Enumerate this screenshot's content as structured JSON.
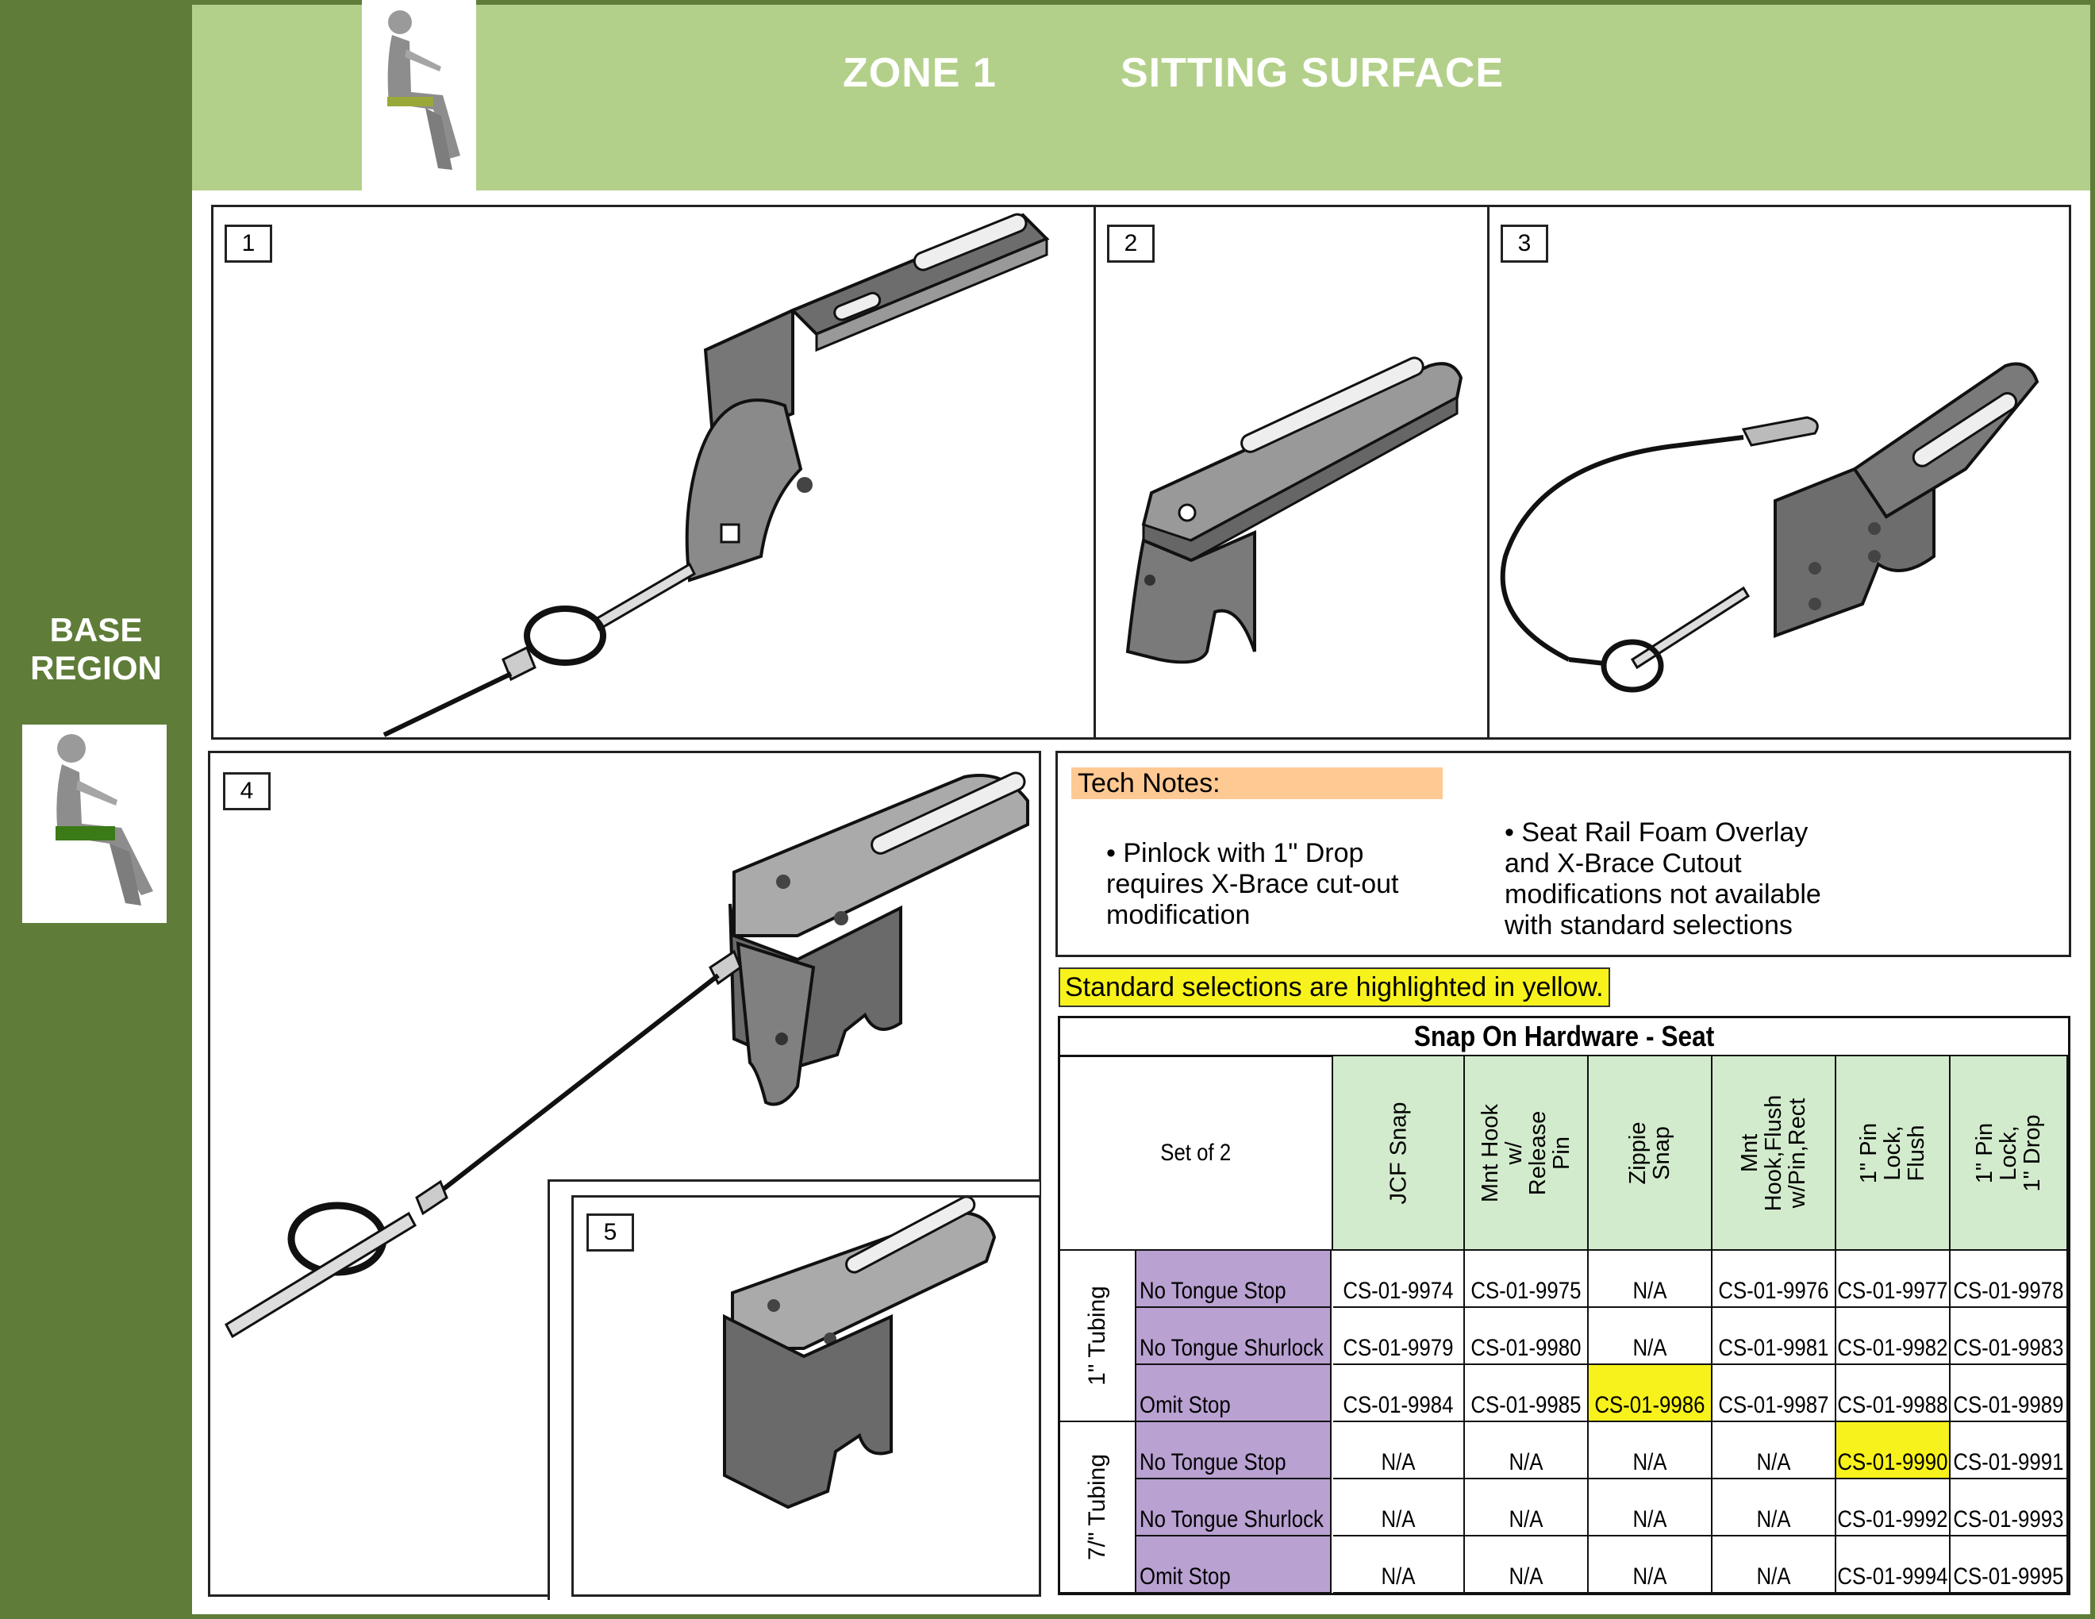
{
  "header": {
    "zone_label": "ZONE 1",
    "zone_title": "SITTING SURFACE"
  },
  "sidebar": {
    "region_label": "BASE\nREGION"
  },
  "panels": [
    {
      "number": "1"
    },
    {
      "number": "2"
    },
    {
      "number": "3"
    },
    {
      "number": "4"
    },
    {
      "number": "5"
    }
  ],
  "tech_notes": {
    "title": "Tech Notes:",
    "note_1": "• Pinlock with 1\" Drop\n requires X-Brace cut-out\n modification",
    "note_2": "• Seat Rail Foam Overlay\n and X-Brace Cutout\nmodifications not available\n with standard selections"
  },
  "standard_banner": "Standard selections are highlighted in yellow.",
  "table": {
    "title": "Snap On Hardware - Seat",
    "corner_label": "Set of 2",
    "columns": [
      "JCF Snap",
      "Mnt Hook w/\nRelease Pin",
      "Zippie Snap",
      "Mnt Hook,Flush\nw/Pin,Rect",
      "1\" Pin Lock,\nFlush",
      "1\" Pin Lock,\n1\" Drop"
    ],
    "groups": [
      {
        "label": "1\" Tubing",
        "rows": [
          {
            "label": "No Tongue Stop",
            "cells": [
              "CS-01-9974",
              "CS-01-9975",
              "N/A",
              "CS-01-9976",
              "CS-01-9977",
              "CS-01-9978"
            ],
            "highlight": []
          },
          {
            "label": "No Tongue Shurlock",
            "cells": [
              "CS-01-9979",
              "CS-01-9980",
              "N/A",
              "CS-01-9981",
              "CS-01-9982",
              "CS-01-9983"
            ],
            "highlight": []
          },
          {
            "label": "Omit Stop",
            "cells": [
              "CS-01-9984",
              "CS-01-9985",
              "CS-01-9986",
              "CS-01-9987",
              "CS-01-9988",
              "CS-01-9989"
            ],
            "highlight": [
              2
            ]
          }
        ]
      },
      {
        "label": "7/\" Tubing",
        "rows": [
          {
            "label": "No Tongue Stop",
            "cells": [
              "N/A",
              "N/A",
              "N/A",
              "N/A",
              "CS-01-9990",
              "CS-01-9991"
            ],
            "highlight": [
              4
            ]
          },
          {
            "label": "No Tongue Shurlock",
            "cells": [
              "N/A",
              "N/A",
              "N/A",
              "N/A",
              "CS-01-9992",
              "CS-01-9993"
            ],
            "highlight": []
          },
          {
            "label": "Omit Stop",
            "cells": [
              "N/A",
              "N/A",
              "N/A",
              "N/A",
              "CS-01-9994",
              "CS-01-9995"
            ],
            "highlight": []
          }
        ]
      }
    ],
    "colors": {
      "header_bg": "#d3ebcd",
      "row_label_bg": "#b9a1d2",
      "highlight": "#f7f21c"
    }
  },
  "colors": {
    "sidebar": "#5f7d39",
    "header": "#b3d08a",
    "notes_title_bg": "#ffc994"
  }
}
